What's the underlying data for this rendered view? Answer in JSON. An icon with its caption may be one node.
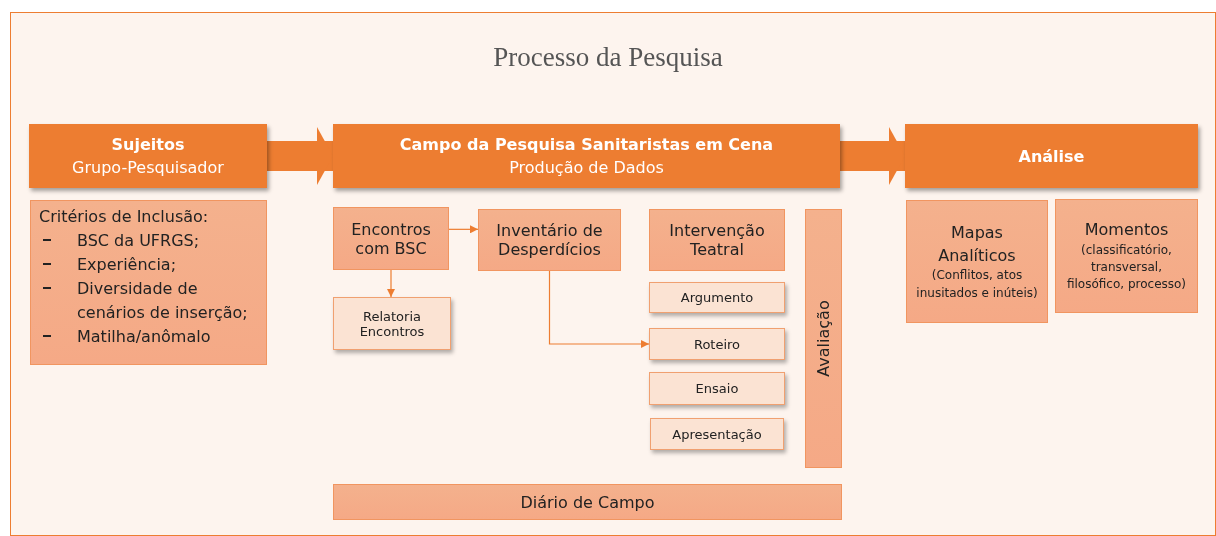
{
  "diagram": {
    "title": "Processo da Pesquisa",
    "nodes": [
      {
        "text": [
          "Sujeitos",
          "Grupo-Pesquisador"
        ]
      },
      {
        "text": [
          "Critérios de Inclusão:",
          "BSC da UFRGS;",
          "Experiência;",
          "Diversidade de cenários de inserção;",
          "Matilha/anômalo"
        ]
      },
      {
        "text": [
          "Campo da Pesquisa Sanitaristas em Cena",
          "Produção de Dados"
        ]
      },
      {
        "text": [
          "Análise"
        ]
      },
      {
        "text": [
          "Encontros com BSC"
        ]
      },
      {
        "text": [
          "Relatoria Encontros"
        ]
      },
      {
        "text": [
          "Inventário de Desperdícios"
        ]
      },
      {
        "text": [
          "Intervenção Teatral"
        ]
      },
      {
        "text": [
          "Argumento"
        ]
      },
      {
        "text": [
          "Roteiro"
        ]
      },
      {
        "text": [
          "Ensaio"
        ]
      },
      {
        "text": [
          "Apresentação"
        ]
      },
      {
        "text": [
          "Avaliação"
        ]
      },
      {
        "text": [
          "Diário de Campo"
        ]
      },
      {
        "text": [
          "Mapas Analíticos",
          "(Conflitos, atos inusitados e inúteis)"
        ]
      },
      {
        "text": [
          "Momentos",
          "(classificatório, transversal, filosófico, processo)"
        ]
      }
    ],
    "edges": [
      {
        "from": 0,
        "to": 2,
        "arrow": "to",
        "style": "thick"
      },
      {
        "from": 2,
        "to": 3,
        "arrow": "to",
        "style": "thick"
      },
      {
        "from": 4,
        "to": 6,
        "arrow": "to"
      },
      {
        "from": 4,
        "to": 5,
        "arrow": "to"
      },
      {
        "from": 6,
        "to": 9,
        "arrow": "to"
      }
    ]
  }
}
